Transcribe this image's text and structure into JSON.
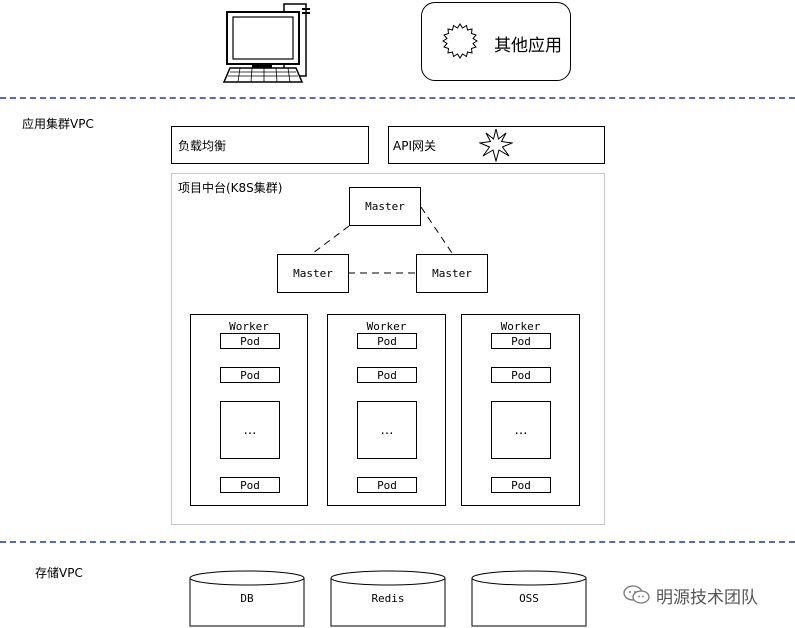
{
  "top": {
    "other_apps_label": "其他应用"
  },
  "app_vpc": {
    "label": "应用集群VPC",
    "load_balancer": "负载均衡",
    "api_gateway": "API网关",
    "k8s_cluster": {
      "label": "项目中台(K8S集群)",
      "masters": [
        "Master",
        "Master",
        "Master"
      ],
      "workers": [
        {
          "title": "Worker",
          "pods": [
            "Pod",
            "Pod",
            "Pod"
          ],
          "ellipsis": "…"
        },
        {
          "title": "Worker",
          "pods": [
            "Pod",
            "Pod",
            "Pod"
          ],
          "ellipsis": "…"
        },
        {
          "title": "Worker",
          "pods": [
            "Pod",
            "Pod",
            "Pod"
          ],
          "ellipsis": "…"
        }
      ]
    }
  },
  "storage_vpc": {
    "label": "存储VPC",
    "stores": [
      "DB",
      "Redis",
      "OSS"
    ]
  },
  "watermark": "明源技术团队",
  "colors": {
    "separator": "#5b6aa8",
    "border": "#000000",
    "cluster_border": "#c8c8c8"
  }
}
